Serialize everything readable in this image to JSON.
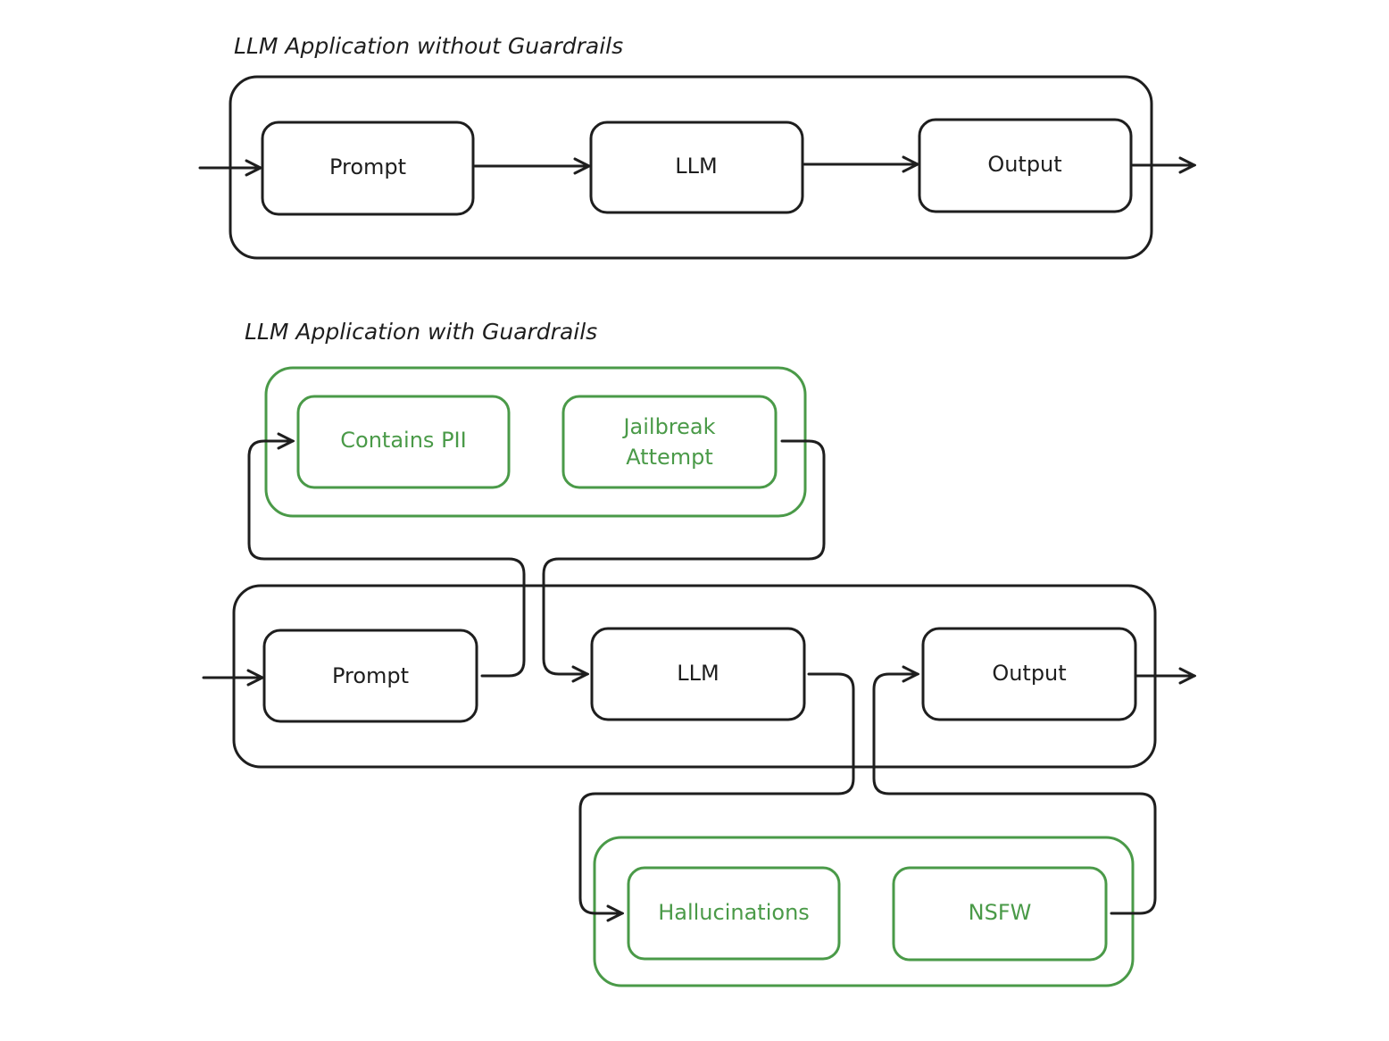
{
  "diagram": {
    "top_section": {
      "title": "LLM Application without Guardrails",
      "nodes": [
        "Prompt",
        "LLM",
        "Output"
      ]
    },
    "bottom_section": {
      "title": "LLM Application with Guardrails",
      "nodes": [
        "Prompt",
        "LLM",
        "Output"
      ],
      "input_guardrails": [
        "Contains PII",
        "Jailbreak Attempt"
      ],
      "input_guardrail_lines": [
        "Jailbreak",
        "Attempt"
      ],
      "output_guardrails": [
        "Hallucinations",
        "NSFW"
      ]
    },
    "colors": {
      "stroke": "#1e1e1e",
      "guardrail": "#4a9a48"
    }
  }
}
